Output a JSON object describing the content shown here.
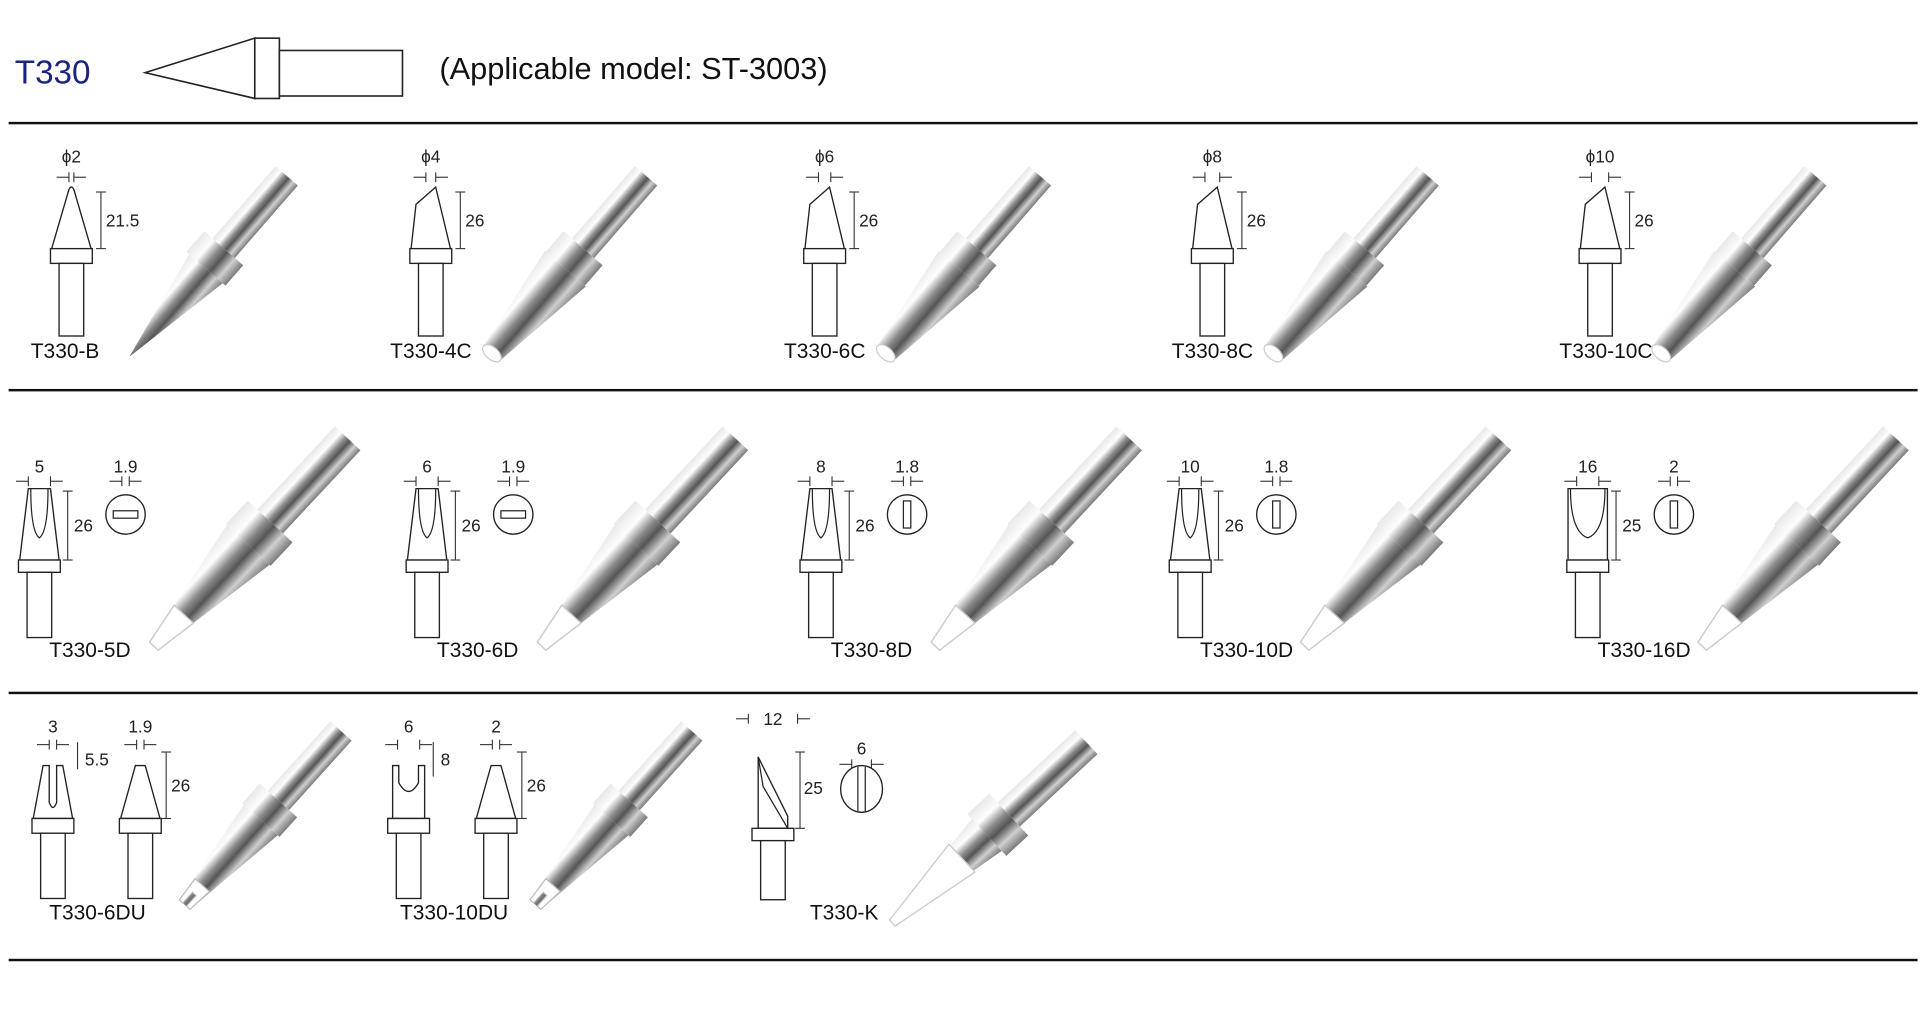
{
  "header": {
    "series": "T330",
    "model_note": "(Applicable model: ST-3003)"
  },
  "rows": [
    [
      {
        "model": "T330-B",
        "tip_dim": "ϕ2",
        "length": "21.5"
      },
      {
        "model": "T330-4C",
        "tip_dim": "ϕ4",
        "length": "26"
      },
      {
        "model": "T330-6C",
        "tip_dim": "ϕ6",
        "length": "26"
      },
      {
        "model": "T330-8C",
        "tip_dim": "ϕ8",
        "length": "26"
      },
      {
        "model": "T330-10C",
        "tip_dim": "ϕ10",
        "length": "26"
      }
    ],
    [
      {
        "model": "T330-5D",
        "width": "5",
        "thickness": "1.9",
        "length": "26"
      },
      {
        "model": "T330-6D",
        "width": "6",
        "thickness": "1.9",
        "length": "26"
      },
      {
        "model": "T330-8D",
        "width": "8",
        "thickness": "1.8",
        "length": "26"
      },
      {
        "model": "T330-10D",
        "width": "10",
        "thickness": "1.8",
        "length": "26"
      },
      {
        "model": "T330-16D",
        "width": "16",
        "thickness": "2",
        "length": "25"
      }
    ],
    [
      {
        "model": "T330-6DU",
        "slot": "3",
        "slot_depth": "5.5",
        "thickness": "1.9",
        "length": "26"
      },
      {
        "model": "T330-10DU",
        "slot": "6",
        "slot_depth": "8",
        "thickness": "2",
        "length": "26"
      },
      {
        "model": "T330-K",
        "width": "12",
        "thickness": "6",
        "length": "25"
      }
    ]
  ]
}
